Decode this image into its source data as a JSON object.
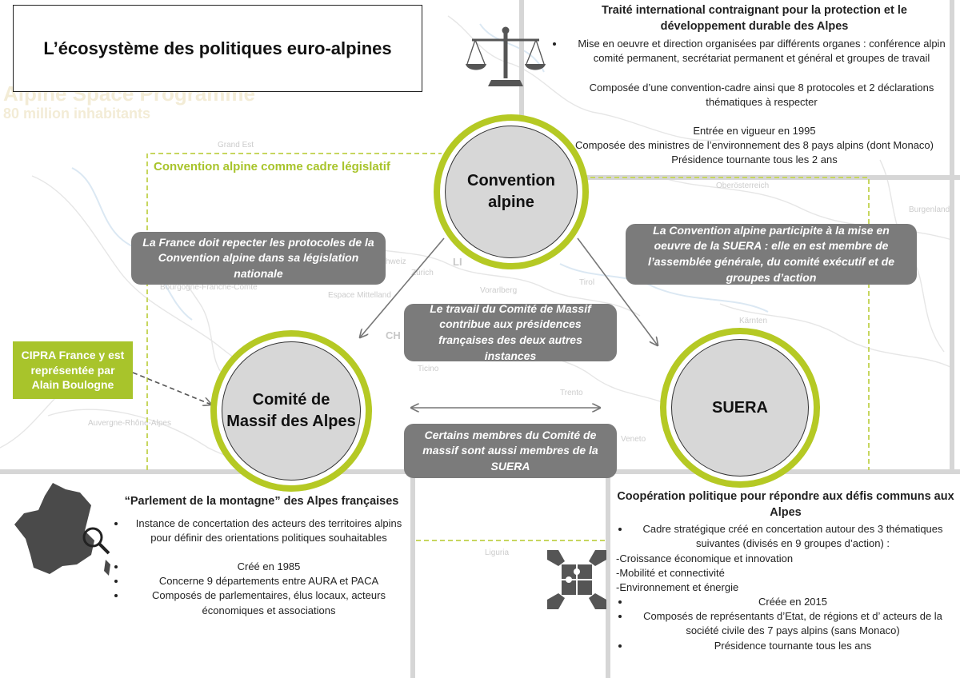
{
  "title": "L’écosystème des politiques euro-alpines",
  "legal_frame_label": "Convention alpine comme cadre législatif",
  "nodes": {
    "convention": "Convention\nalpine",
    "comite": "Comité de\nMassif des Alpes",
    "suera": "SUERA"
  },
  "relations": {
    "france_protocols": "La France doit repecter les protocoles de la Convention alpine dans sa législation nationale",
    "convention_suera": "La Convention alpine participite à la mise en oeuvre de la SUERA : elle en est membre de l’assemblée générale, du comité exécutif et de groupes d’action",
    "comite_presidences": "Le travail du Comité de Massif contribue aux présidences françaises des deux autres instances",
    "shared_members": "Certains membres du Comité de massif sont aussi membres de la SUERA"
  },
  "cipra": "CIPRA France y  est représentée par Alain Boulogne",
  "convention_panel": {
    "heading": "Traité international contraignant pour la protection et le développement durable des Alpes",
    "bullet": "Mise en oeuvre et direction organisées par différents organes : conférence alpin comité permanent, secrétariat permanent et général et groupes de travail",
    "composition": "Composée d’une convention-cadre ainsi que 8 protocoles et 2 déclarations thématiques à respecter",
    "in_force": "Entrée en vigueur en 1995",
    "ministers": "Composée des ministres de l’environnement des 8 pays alpins (dont Monaco)",
    "presidency": "Présidence tournante tous les 2 ans"
  },
  "comite_panel": {
    "heading": "“Parlement de la montagne” des Alpes françaises",
    "bullets": [
      "Instance de concertation des acteurs des territoires alpins pour définir des orientations politiques souhaitables",
      "Créé en 1985",
      "Concerne 9 départements entre AURA et PACA",
      "Composés de parlementaires, élus locaux, acteurs économiques et associations"
    ]
  },
  "suera_panel": {
    "heading": "Coopération politique pour répondre aux défis communs aux Alpes",
    "bullet_framework": "Cadre stratégique créé en concertation autour des 3 thématiques suivantes (divisés en 9 groupes d’action) :",
    "themes": [
      "-Croissance économique et innovation",
      "-Mobilité et connectivité",
      "-Environnement et énergie"
    ],
    "bullets": [
      "Créée en 2015",
      "Composés de représentants d’Etat, de régions et d’ acteurs de la société civile des 7 pays alpins (sans Monaco)",
      "Présidence tournante tous les ans"
    ]
  },
  "map_labels": {
    "programme": "Alpine Space Programme",
    "population": "80 million inhabitants",
    "grand_est": "Grand Est",
    "bourgogne": "Bourgogne-Franche-Comté",
    "auvergne": "Auvergne-Rhône-Alpes",
    "oberosterreich": "Oberösterreich",
    "burgenland": "Burgenland",
    "espace": "Espace\nMittelland",
    "zurich": "Zürich",
    "vorarlberg": "Vorarlberg",
    "tirol": "Tirol",
    "karnten": "Kärnten",
    "ticino": "Ticino",
    "trento": "Trento",
    "veneto": "Veneto",
    "liguria": "Liguria",
    "li": "LI",
    "ch": "CH",
    "schweiz": "hweiz"
  },
  "colors": {
    "accent": "#b5c924",
    "accent_text": "#a8c42b",
    "pill": "#7b7b7b",
    "node_fill": "#d7d7d7"
  },
  "icons": [
    "balance-scale-icon",
    "france-map-icon",
    "magnifier-icon",
    "puzzle-hands-icon"
  ]
}
